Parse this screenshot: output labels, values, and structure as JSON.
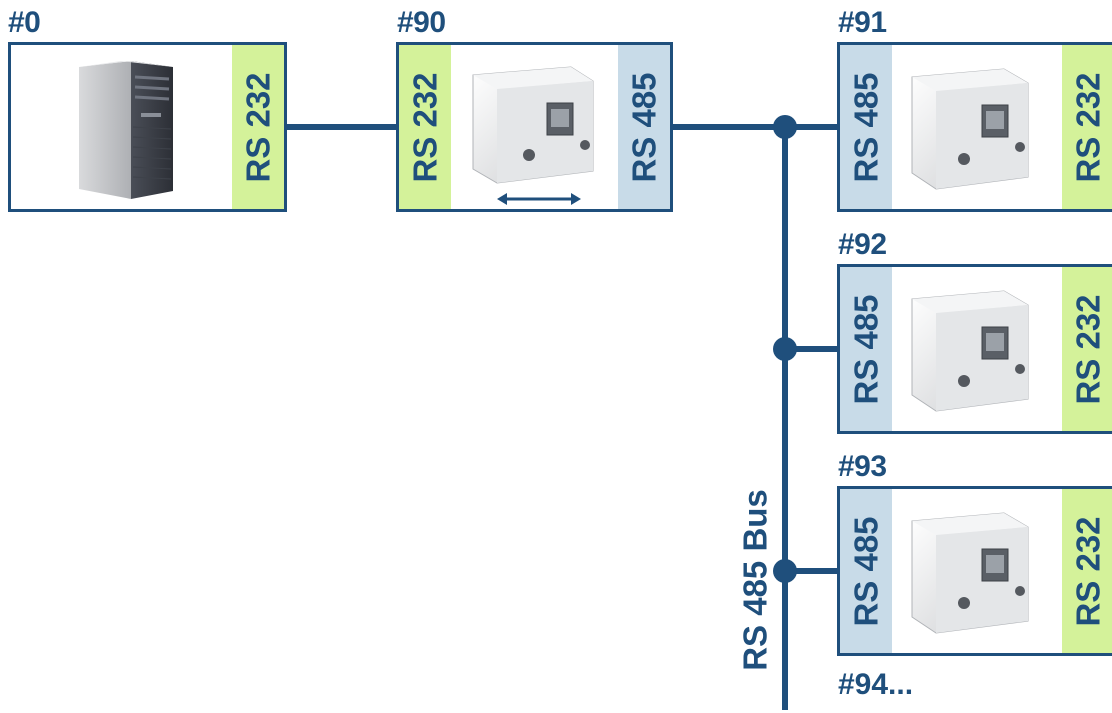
{
  "nodes": [
    {
      "id": "#0",
      "device": "pc-tower-icon",
      "ports": [
        "RS 232"
      ]
    },
    {
      "id": "#90",
      "device": "converter-unit-icon",
      "ports": [
        "RS 232",
        "RS 485"
      ]
    },
    {
      "id": "#91",
      "device": "analyzer-unit-icon",
      "ports": [
        "RS 485",
        "RS 232"
      ]
    },
    {
      "id": "#92",
      "device": "analyzer-unit-icon",
      "ports": [
        "RS 485",
        "RS 232"
      ]
    },
    {
      "id": "#93",
      "device": "analyzer-unit-icon",
      "ports": [
        "RS 485",
        "RS 232"
      ]
    }
  ],
  "bus": {
    "label": "RS 485 Bus"
  },
  "more_nodes_label": "#94...",
  "colors": {
    "line": "#1f4f7c",
    "rs232_fill": "#d4f29a",
    "rs485_fill": "#c8dbe8"
  }
}
